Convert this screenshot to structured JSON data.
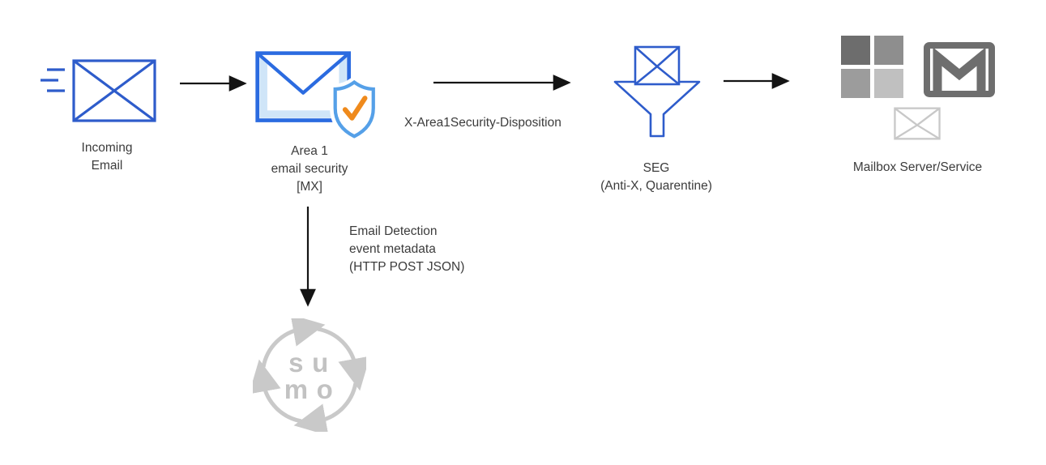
{
  "diagram": {
    "nodes": {
      "incoming": {
        "lines": [
          "Incoming",
          "Email"
        ]
      },
      "area1": {
        "lines": [
          "Area 1",
          "email security",
          "[MX]"
        ]
      },
      "seg": {
        "lines": [
          "SEG",
          "(Anti-X, Quarentine)"
        ]
      },
      "mailbox": {
        "lines": [
          "Mailbox Server/Service"
        ]
      }
    },
    "edges": {
      "disposition_label": "X-Area1Security-Disposition",
      "metadata_lines": [
        "Email Detection",
        "event metadata",
        "(HTTP POST JSON)"
      ]
    },
    "sumo_logo": {
      "line1": "su",
      "line2": "mo"
    },
    "icons": {
      "incoming": "incoming-email-envelope-icon",
      "area1": "envelope-with-shield-check-icon",
      "seg": "envelope-funnel-icon",
      "mailbox_1": "microsoft-logo",
      "mailbox_2": "gmail-icon",
      "mailbox_3": "envelope-icon",
      "sumo": "sumo-logic-logo"
    },
    "colors": {
      "envelope_blue": "#2e5ccb",
      "area1_blue": "#2b6be0",
      "area1_fill": "#cfe5f8",
      "shield_blue": "#55a0e8",
      "check_orange": "#ef8a1c",
      "arrow_color": "#141414",
      "text_color": "#3c3c3c",
      "ms_grey_1": "#6d6d6d",
      "ms_grey_2": "#8e8e8e",
      "ms_grey_3": "#9c9c9c",
      "ms_grey_4": "#c0c0c0",
      "gmail_grey": "#6e6e6e",
      "mail_grey": "#c8c8c8",
      "sumo_grey": "#c9c9c9",
      "sumo_text_grey": "#c2c2c2"
    }
  }
}
